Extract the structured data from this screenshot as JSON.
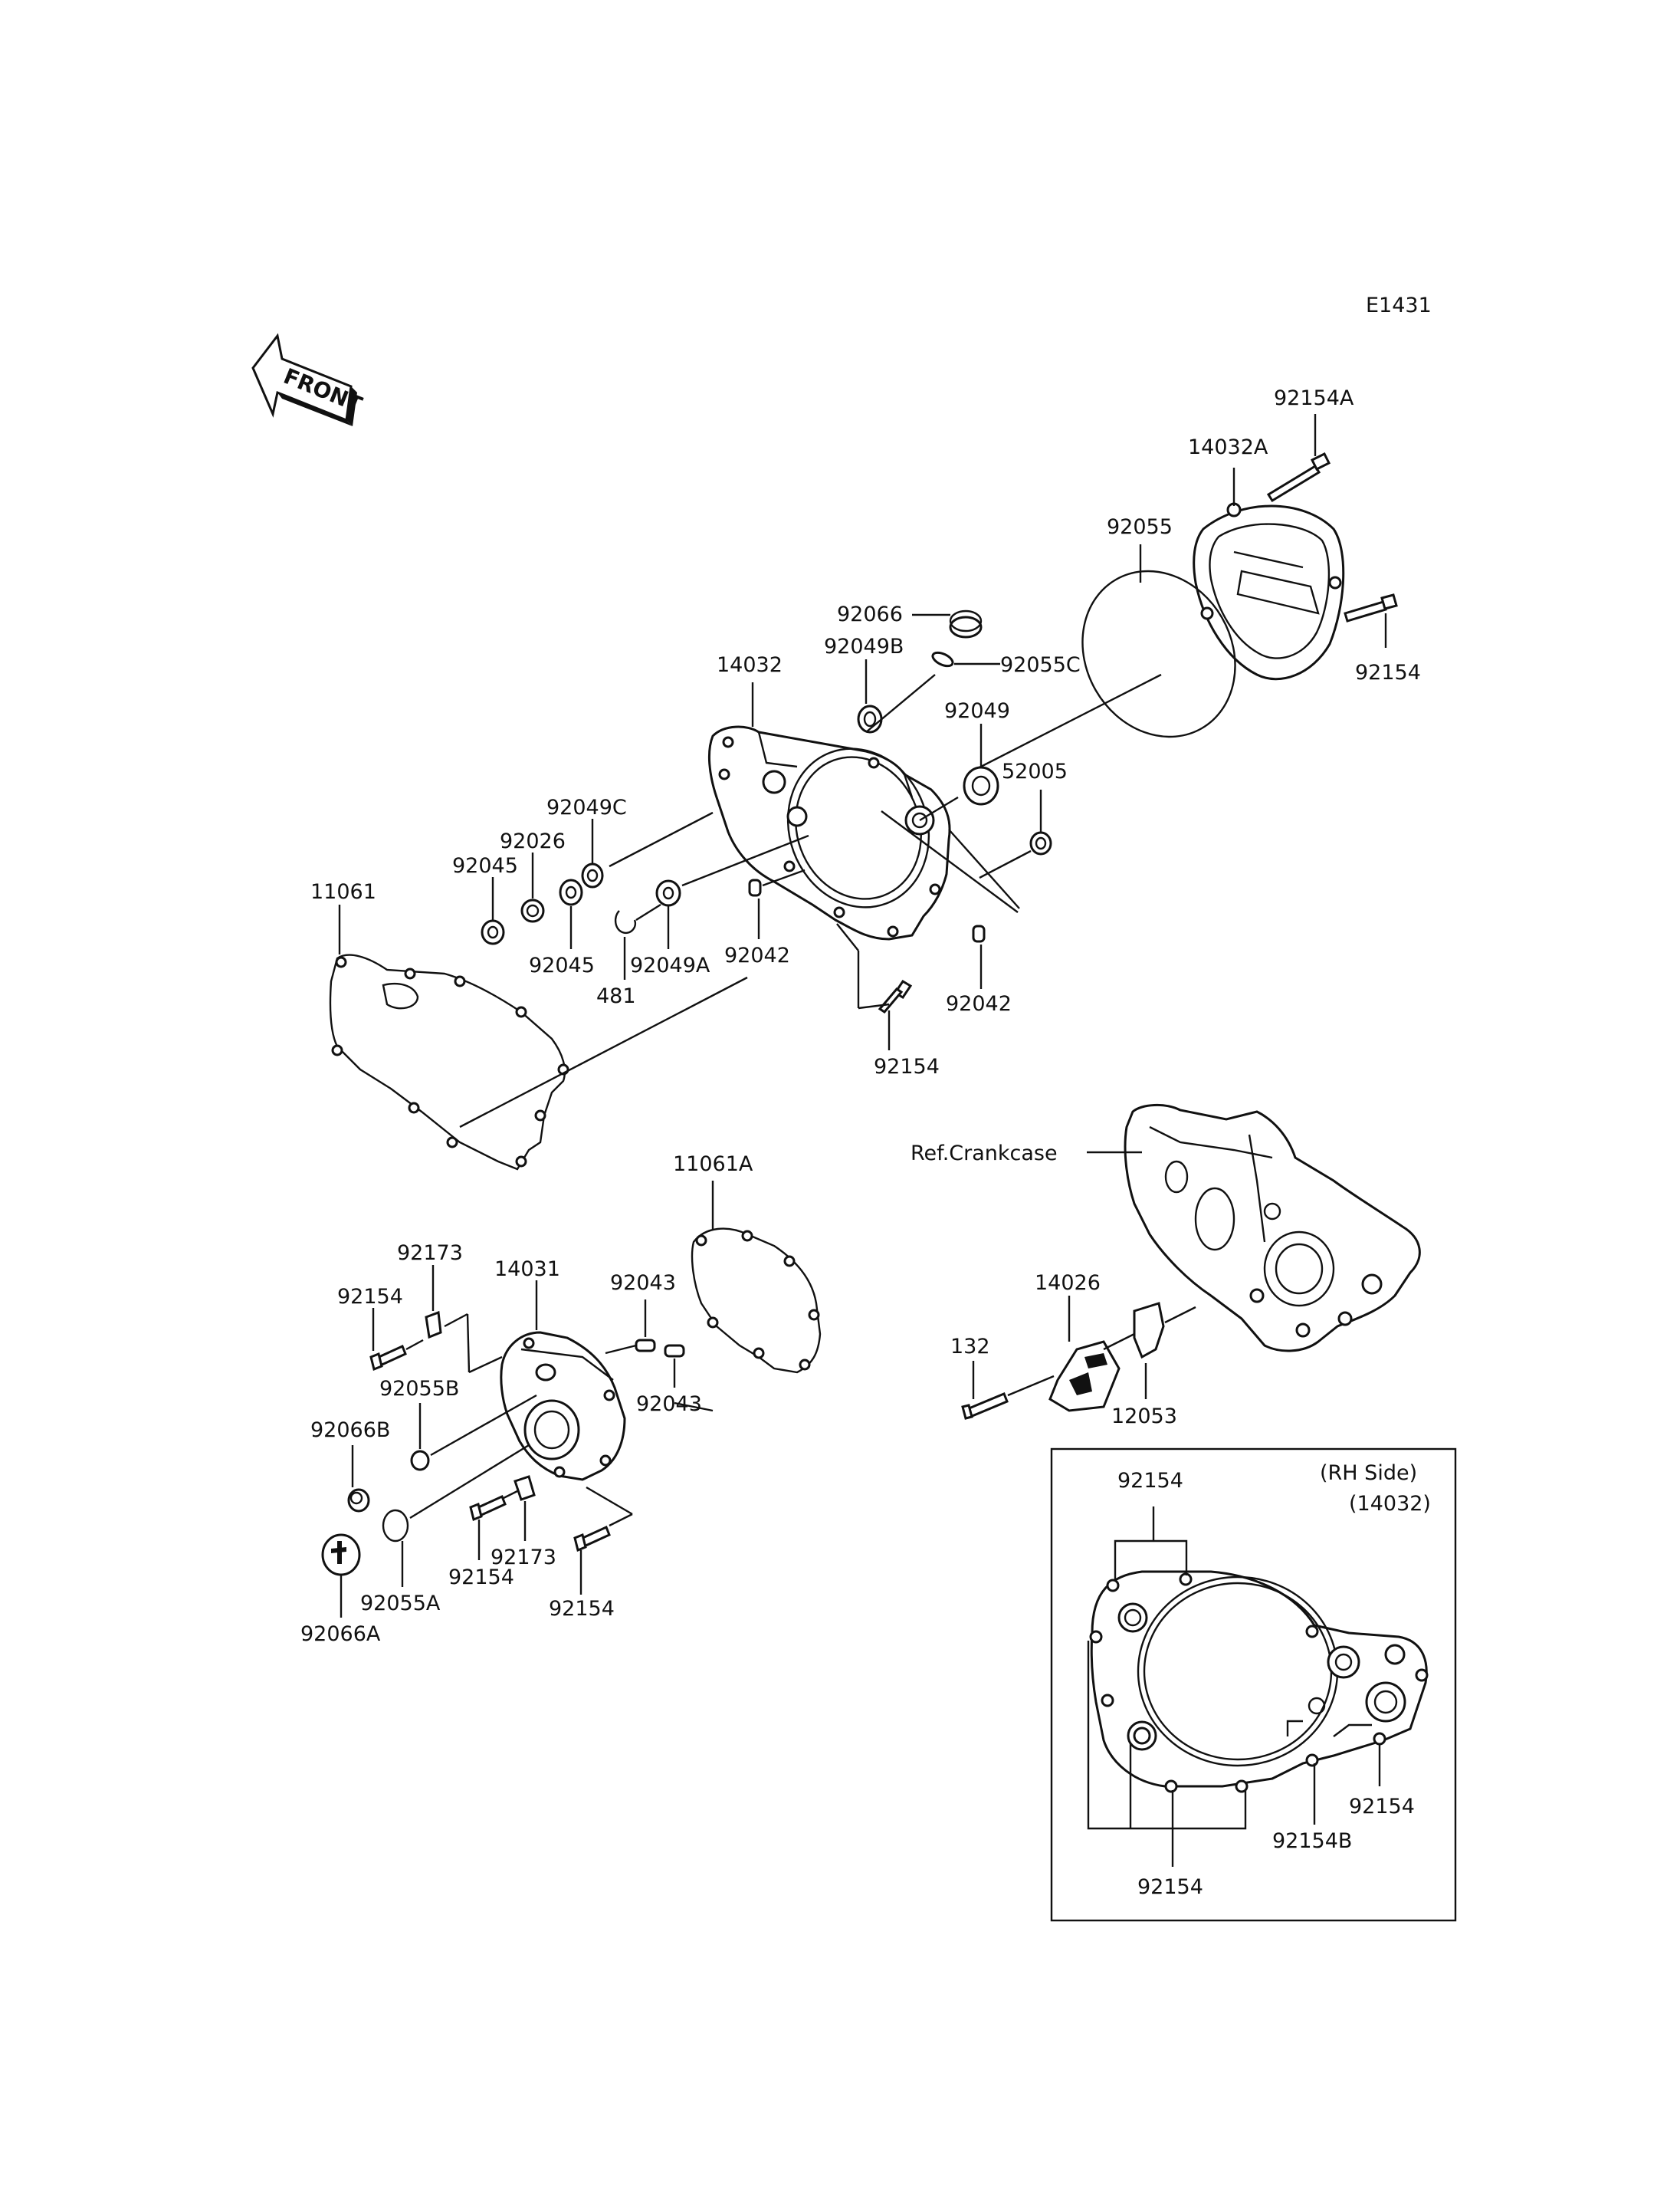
{
  "diagram_code": "E1431",
  "front_arrow_text": "FRONT",
  "inset_title_line1": "(RH Side)",
  "inset_title_line2": "(14032)",
  "ref_crankcase": "Ref.Crankcase",
  "labels": {
    "p92154A": "92154A",
    "p14032A": "14032A",
    "p92055": "92055",
    "p92154_tr": "92154",
    "p92066": "92066",
    "p92049B": "92049B",
    "p92055C": "92055C",
    "p14032": "14032",
    "p92049": "92049",
    "p52005": "52005",
    "p92049C": "92049C",
    "p92026": "92026",
    "p92045a": "92045",
    "p92045b": "92045",
    "p11061": "11061",
    "p481": "481",
    "p92049A": "92049A",
    "p92042a": "92042",
    "p92042b": "92042",
    "p92154_mid": "92154",
    "p11061A": "11061A",
    "p92173a": "92173",
    "p14031": "14031",
    "p92043a": "92043",
    "p92043b": "92043",
    "p92154_l": "92154",
    "p92055B": "92055B",
    "p92066B": "92066B",
    "p92055A": "92055A",
    "p92066A": "92066A",
    "p92173b": "92173",
    "p92154_b1": "92154",
    "p92154_b2": "92154",
    "p14026": "14026",
    "p132": "132",
    "p12053": "12053",
    "p92154_i1": "92154",
    "p92154_i2": "92154",
    "p92154B": "92154B",
    "p92154_i3": "92154"
  }
}
